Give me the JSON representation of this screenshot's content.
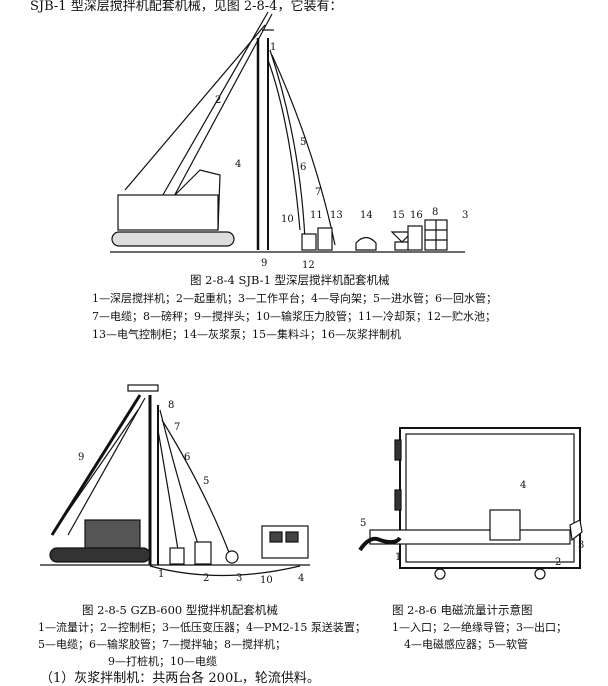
{
  "top_line": "SJB-1 型深层搅拌机配套机械，见图 2-8-4，它装有：",
  "fig284": {
    "caption": "图 2-8-4   SJB-1 型深层搅拌机配套机械",
    "legend1": "1—深层搅拌机；2—起重机；3—工作平台；4—导向架；5—进水管；6—回水管；",
    "legend2": "7—电缆；8—磅秤；9—搅拌头；10—输浆压力胶管；11—冷却泵；12—贮水池；",
    "legend3": "13—电气控制柜；14—灰浆泵；15—集料斗；16—灰浆拌制机",
    "labels": [
      "1",
      "2",
      "3",
      "4",
      "5",
      "6",
      "7",
      "8",
      "9",
      "10",
      "11",
      "12",
      "13",
      "14",
      "15",
      "16"
    ]
  },
  "fig285": {
    "caption": "图 2-8-5   GZB-600 型搅拌机配套机械",
    "legend1": "1—流量计；2—控制柜；3—低压变压器；4—PM2-15 泵送装置；",
    "legend2": "5—电缆；6—输浆胶管；7—搅拌轴；8—搅拌机；",
    "legend3": "9—打桩机；10—电缆",
    "labels": [
      "1",
      "2",
      "3",
      "4",
      "5",
      "6",
      "7",
      "8",
      "9",
      "10"
    ]
  },
  "fig286": {
    "caption": "图 2-8-6   电磁流量计示意图",
    "legend1": "1—入口；2—绝缘导管；3—出口；",
    "legend2": "4—电磁感应器；5—软管",
    "labels": [
      "1",
      "2",
      "3",
      "4",
      "5"
    ]
  },
  "bottom_line": "（1）灰浆拌制机：共两台各 200L，轮流供料。"
}
